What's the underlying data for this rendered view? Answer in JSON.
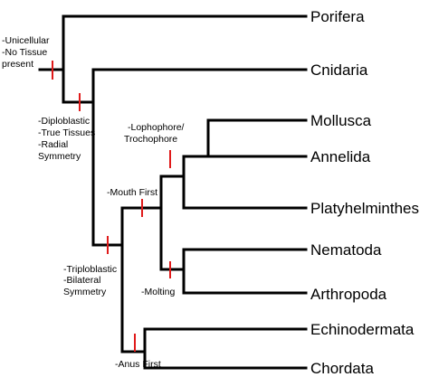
{
  "colors": {
    "branch": "#000000",
    "marker": "#e01a1a",
    "background": "#ffffff"
  },
  "taxa": [
    "Porifera",
    "Cnidaria",
    "Mollusca",
    "Annelida",
    "Platyhelminthes",
    "Nematoda",
    "Arthropoda",
    "Echinodermata",
    "Chordata"
  ],
  "traits": {
    "unicellular": [
      "-Unicellular",
      "-No Tissue",
      "present"
    ],
    "diploblastic": [
      "-Diploblastic",
      "-True Tissues",
      "-Radial",
      "Symmetry"
    ],
    "triploblastic": [
      "-Triploblastic",
      "-Bilateral",
      "Symmetry"
    ],
    "mouth_first": [
      "-Mouth First"
    ],
    "lophophore": [
      "-Lophophore/",
      "Trochophore"
    ],
    "molting": [
      "-Molting"
    ],
    "anus_first": [
      "-Anus First"
    ]
  }
}
